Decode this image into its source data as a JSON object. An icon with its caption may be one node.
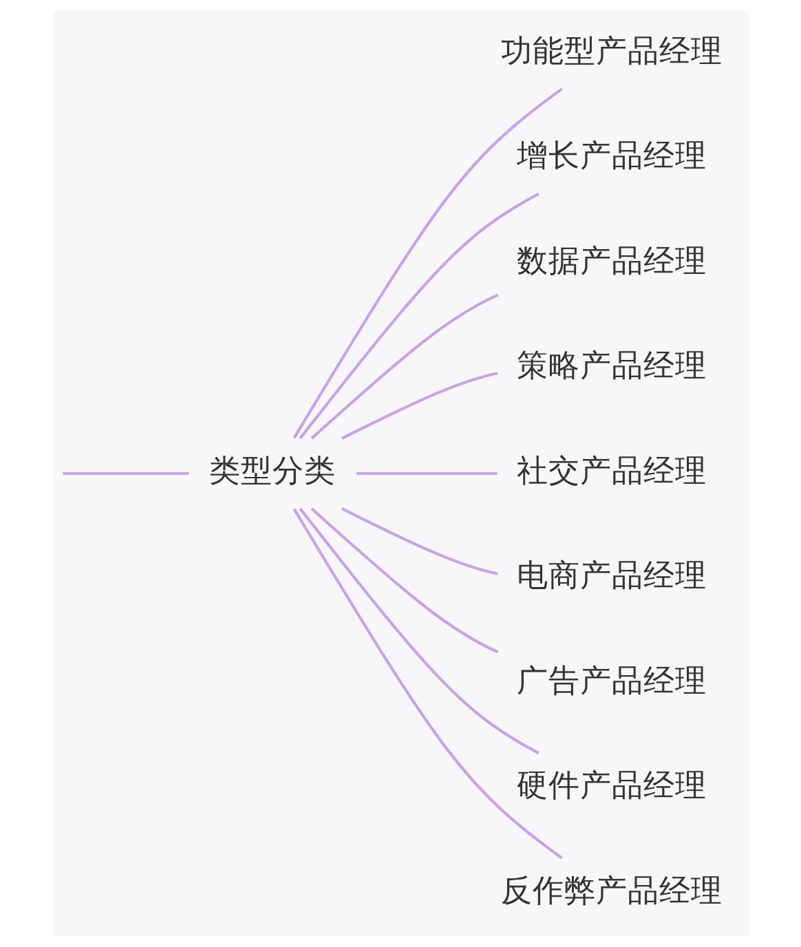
{
  "diagram": {
    "nodes": [
      {
        "text": [
          "类型分类"
        ]
      },
      {
        "text": [
          "功能型产品经理"
        ]
      },
      {
        "text": [
          "增长产品经理"
        ]
      },
      {
        "text": [
          "数据产品经理"
        ]
      },
      {
        "text": [
          "策略产品经理"
        ]
      },
      {
        "text": [
          "社交产品经理"
        ]
      },
      {
        "text": [
          "电商产品经理"
        ]
      },
      {
        "text": [
          "广告产品经理"
        ]
      },
      {
        "text": [
          "硬件产品经理"
        ]
      },
      {
        "text": [
          "反作弊产品经理"
        ]
      }
    ],
    "edges": [
      {
        "from": null,
        "to": 0,
        "arrow": "none",
        "color": "#c9a3e6"
      },
      {
        "from": 0,
        "to": 1,
        "arrow": "none",
        "color": "#c9a3e6"
      },
      {
        "from": 0,
        "to": 2,
        "arrow": "none",
        "color": "#c9a3e6"
      },
      {
        "from": 0,
        "to": 3,
        "arrow": "none",
        "color": "#c9a3e6"
      },
      {
        "from": 0,
        "to": 4,
        "arrow": "none",
        "color": "#c9a3e6"
      },
      {
        "from": 0,
        "to": 5,
        "arrow": "none",
        "color": "#c9a3e6"
      },
      {
        "from": 0,
        "to": 6,
        "arrow": "none",
        "color": "#c9a3e6"
      },
      {
        "from": 0,
        "to": 7,
        "arrow": "none",
        "color": "#c9a3e6"
      },
      {
        "from": 0,
        "to": 8,
        "arrow": "none",
        "color": "#c9a3e6"
      },
      {
        "from": 0,
        "to": 9,
        "arrow": "none",
        "color": "#c9a3e6"
      }
    ]
  }
}
